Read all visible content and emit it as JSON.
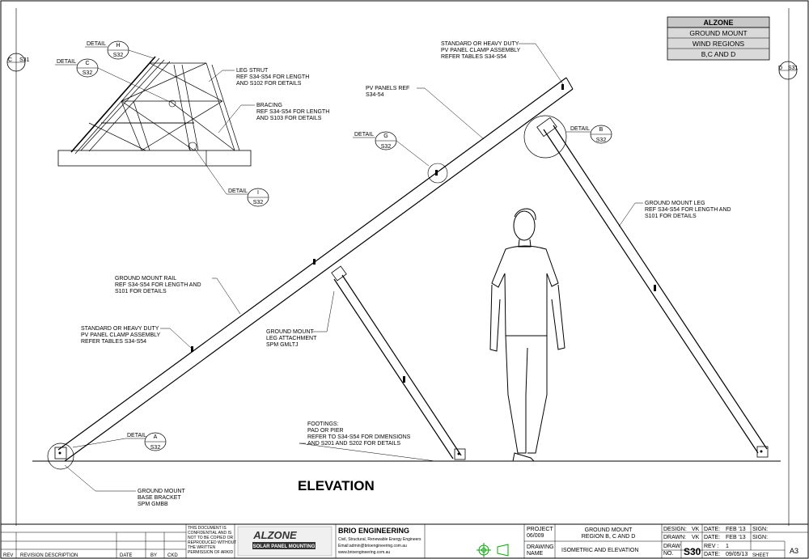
{
  "zone_box": {
    "header": "ALZONE",
    "rows": [
      "GROUND MOUNT",
      "WIND REGIONS",
      "B,C AND D"
    ]
  },
  "section_markers": {
    "left": {
      "letter": "C",
      "sheet": "S31"
    },
    "right": {
      "letter": "D",
      "sheet": "S31"
    }
  },
  "details": {
    "H": {
      "label": "DETAIL",
      "id": "H",
      "sheet": "S32"
    },
    "C": {
      "label": "DETAIL",
      "id": "C",
      "sheet": "S32"
    },
    "I": {
      "label": "DETAIL",
      "id": "I",
      "sheet": "S32"
    },
    "G": {
      "label": "DETAIL",
      "id": "G",
      "sheet": "S32"
    },
    "B": {
      "label": "DETAIL",
      "id": "B",
      "sheet": "S32"
    },
    "A": {
      "label": "DETAIL",
      "id": "A",
      "sheet": "S32"
    }
  },
  "notes": {
    "leg_strut": [
      "LEG STRUT",
      "REF S34-S54 FOR LENGTH",
      "AND S102 FOR DETAILS"
    ],
    "bracing": [
      "BRACING",
      "REF S34-S54 FOR LENGTH",
      "AND S103 FOR DETAILS"
    ],
    "clamp_top": [
      "STANDARD OR HEAVY DUTY",
      "PV PANEL CLAMP ASSEMBLY",
      "REFER TABLES S34-S54"
    ],
    "pv_panels": [
      "PV PANELS REF",
      "S34-54"
    ],
    "ground_leg": [
      "GROUND MOUNT LEG",
      "REF S34-S54 FOR LENGTH AND",
      "S101 FOR DETAILS"
    ],
    "rail": [
      "GROUND MOUNT RAIL",
      "REF S34-S54 FOR LENGTH AND",
      "S101 FOR DETAILS"
    ],
    "clamp_left": [
      "STANDARD OR HEAVY DUTY",
      "PV PANEL CLAMP ASSEMBLY",
      "REFER TABLES S34-S54"
    ],
    "leg_attach": [
      "GROUND MOUNT",
      "LEG ATTACHMENT",
      "SPM GMLTJ"
    ],
    "footings": [
      "FOOTINGS:",
      "PAD OR PIER",
      "REFER TO S34-S54 FOR DIMENSIONS",
      "AND S201 AND S202 FOR DETAILS"
    ],
    "base_bracket": [
      "GROUND MOUNT",
      "BASE BRACKET",
      "SPM GMBB"
    ]
  },
  "view_title": "ELEVATION",
  "title_block": {
    "rev_header": [
      "REV",
      "REVISION DESCRIPTION",
      "DATE",
      "BY",
      "CKD"
    ],
    "confidential": [
      "THIS DOCUMENT IS",
      "CONFIDENTIAL AND IS",
      "NOT TO BE COPIED OR",
      "REPRODUCED WITHOUT",
      "THE WRITTEN",
      "PERMISSION OF ARKID"
    ],
    "logo_text": "ALZONE",
    "logo_sub": "SOLAR PANEL MOUNTING",
    "company": "BRIO ENGINEERING",
    "company_lines": [
      "Civil, Structural, Renewable Energy Engineers",
      "Email:admin@brioengineering.com.au",
      "www.brioengineering.com.au"
    ],
    "project_label": "PROJECT",
    "project_no": "06/009",
    "project_title": [
      "GROUND MOUNT",
      "REGION B, C AND D"
    ],
    "drawing_name_label": [
      "DRAWING",
      "NAME"
    ],
    "drawing_name": "ISOMETRIC AND ELEVATION",
    "design": {
      "label": "DESIGN:",
      "value": "VK"
    },
    "drawn": {
      "label": "DRAWN:",
      "value": "VK"
    },
    "date1": {
      "label": "DATE:",
      "value": "FEB '13"
    },
    "date2": {
      "label": "DATE:",
      "value": "FEB '13"
    },
    "sign1": "SIGN:",
    "sign2": "SIGN:",
    "draw_no_label": [
      "DRAW",
      "NO."
    ],
    "draw_no": "S30",
    "rev": {
      "label": "REV :",
      "value": "1"
    },
    "date3": {
      "label": "DATE:",
      "value": "09/05/13"
    },
    "sheet": "SHEET",
    "size": "A3"
  }
}
